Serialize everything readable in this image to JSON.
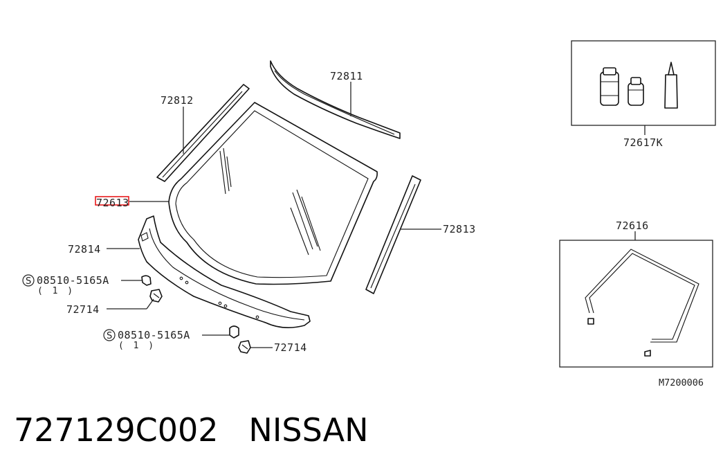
{
  "callouts": {
    "roof_molding": "72811",
    "left_molding": "72812",
    "right_molding": "72813",
    "cowl": "72814",
    "windshield_highlighted": "72613",
    "adhesive_kit": "72617K",
    "dam_rubber": "72616",
    "clip_left": "72714",
    "clip_bottom": "72714",
    "screw_left": "08510-5165A",
    "screw_left_qty": "( 1 )",
    "screw_bottom": "08510-5165A",
    "screw_bottom_qty": "( 1 )",
    "screw_symbol": "S"
  },
  "diagram_ref": "M7200006",
  "caption": {
    "part_number": "727129C002",
    "brand": "NISSAN"
  },
  "colors": {
    "highlight": "#e8191c",
    "ink": "#222222"
  }
}
